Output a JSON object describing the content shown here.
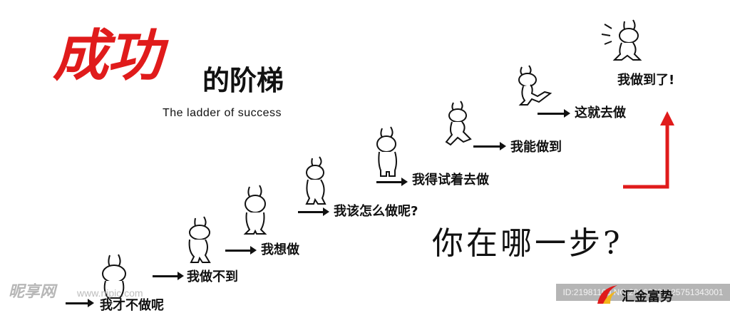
{
  "title": {
    "main": "成功",
    "sub": "的阶梯",
    "english": "The ladder of success",
    "main_color": "#e01b1b"
  },
  "steps": [
    {
      "label": "我才不做呢"
    },
    {
      "label": "我做不到"
    },
    {
      "label": "我想做"
    },
    {
      "label": "我该怎么做呢?"
    },
    {
      "label": "我得试着去做"
    },
    {
      "label": "我能做到"
    },
    {
      "label": "这就去做"
    },
    {
      "label": "我做到了!"
    }
  ],
  "question": "你在哪一步?",
  "accent_color": "#e01b1b",
  "watermark": {
    "logo": "昵享网",
    "url": "www.nipic.com",
    "id_text": "ID:21981100 NO:20160801125751343001"
  },
  "brand": {
    "name": "汇金富势",
    "icon": "brand-swoosh-icon"
  }
}
